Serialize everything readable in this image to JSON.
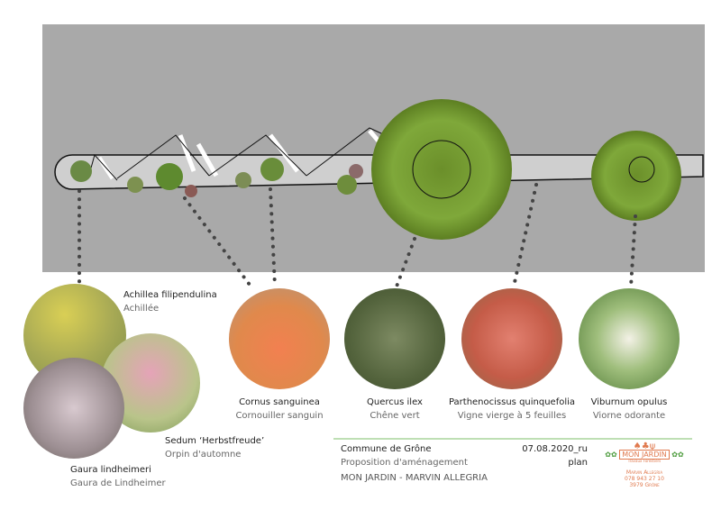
{
  "plants": [
    {
      "scientific": "Achillea filipendulina",
      "common": "Achillée"
    },
    {
      "scientific": "Sedum ‘Herbstfreude’",
      "common": "Orpin d'automne"
    },
    {
      "scientific": "Gaura lindheimeri",
      "common": "Gaura de Lindheimer"
    },
    {
      "scientific": "Cornus sanguinea",
      "common": "Cornouiller sanguin"
    },
    {
      "scientific": "Quercus ilex",
      "common": "Chêne vert"
    },
    {
      "scientific": "Parthenocissus quinquefolia",
      "common": "Vigne vierge à 5 feuilles"
    },
    {
      "scientific": "Viburnum opulus",
      "common": "Viorne odorante"
    }
  ],
  "footer": {
    "commune": "Commune de Grône",
    "subtitle": "Proposition d'aménagement",
    "author": "MON JARDIN - MARVIN ALLEGRIA",
    "date": "07.08.2020_ru",
    "doc_type": "plan"
  },
  "logo": {
    "name": "MON JARDIN",
    "tagline": "Travaux Forestiers",
    "owner": "Marvin Allegria",
    "phone": "078 943 27 10",
    "town": "3979 Grône"
  },
  "colors": {
    "accent_line": "#7cbf6a",
    "logo": "#e07a4f"
  }
}
